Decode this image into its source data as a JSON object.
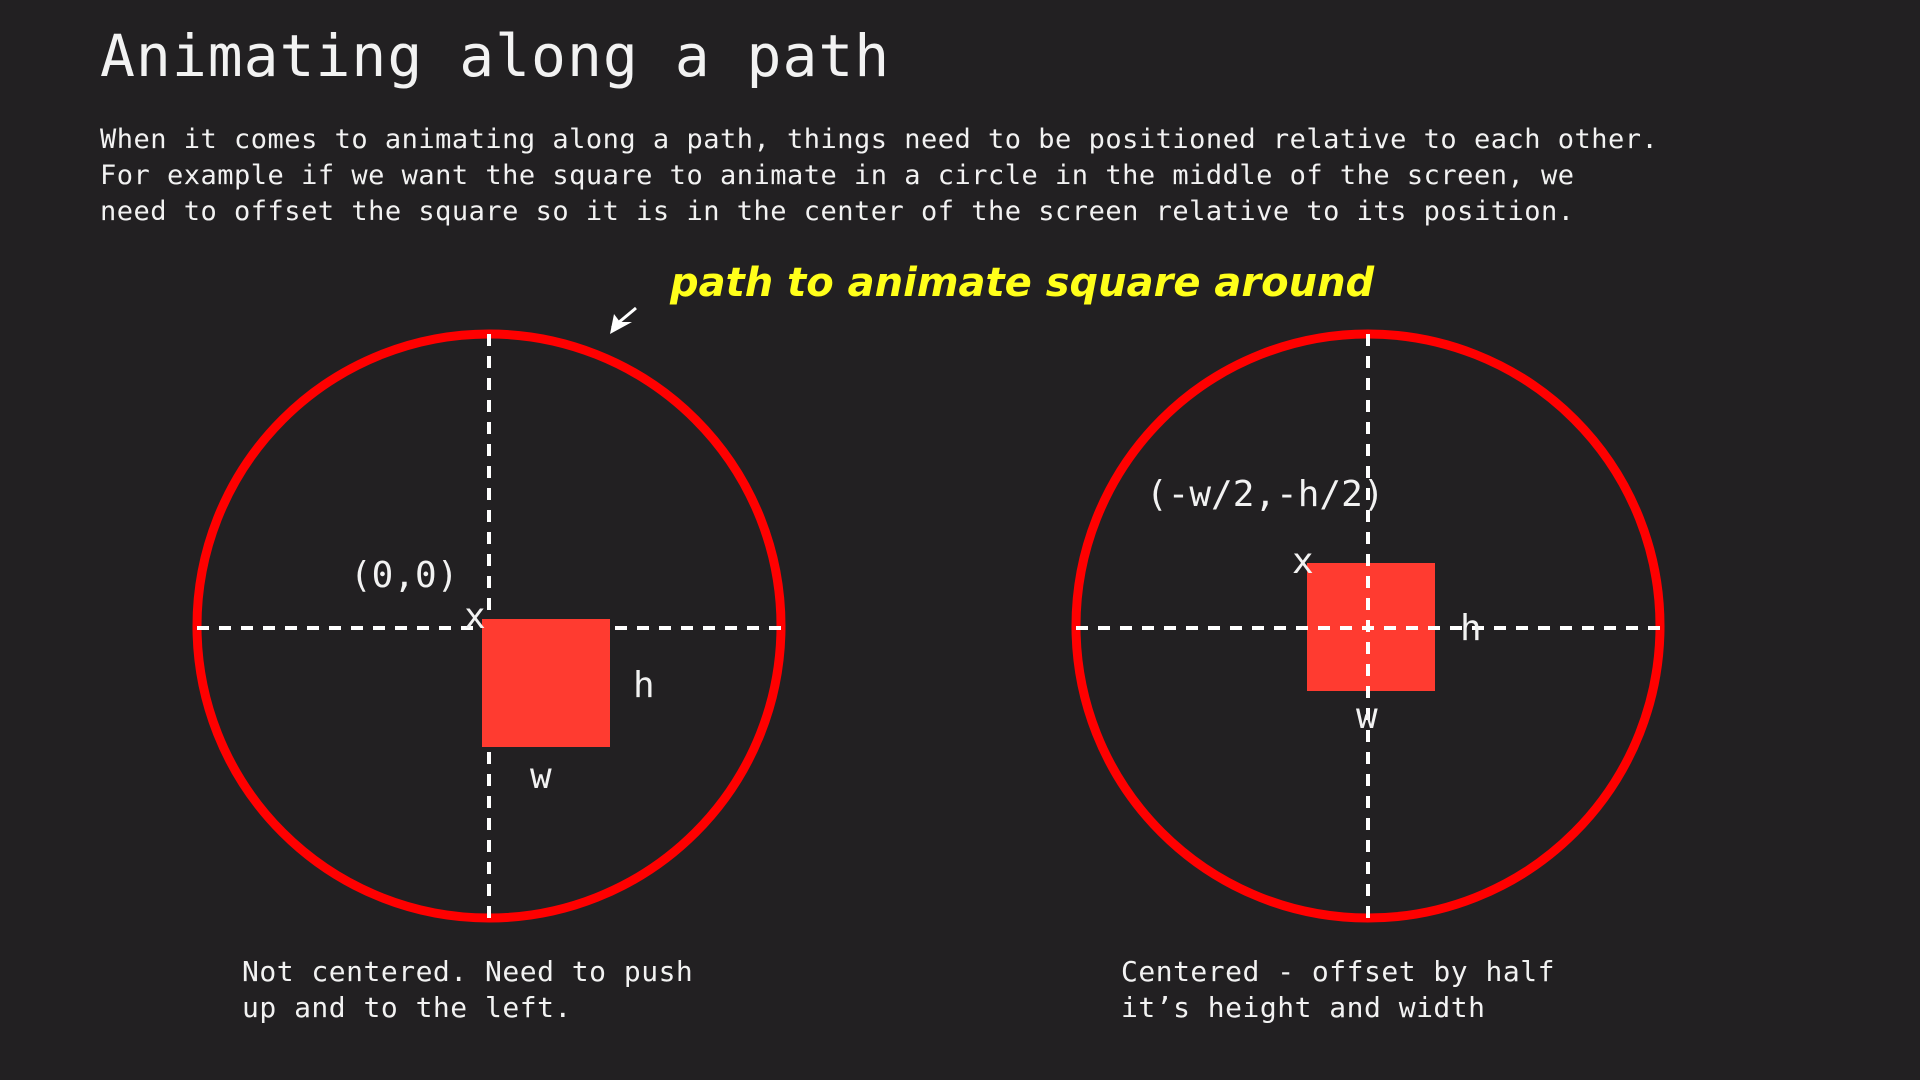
{
  "slide": {
    "title": "Animating along a path",
    "intro_lines": [
      "When it comes to animating along a path, things need to be positioned relative to each other.",
      "For example if we want the square to animate in a circle in the middle of the screen, we",
      "need to offset the square so it is in the center of the screen relative to its position."
    ]
  },
  "annotation": {
    "text": "path to animate square around",
    "color": "#ffff1a"
  },
  "left_diagram": {
    "origin_label": "(0,0)",
    "origin_marker": "x",
    "width_label": "w",
    "height_label": "h",
    "caption_lines": [
      "Not centered. Need to push",
      "up and to the left."
    ]
  },
  "right_diagram": {
    "origin_label": "(-w/2,-h/2)",
    "origin_marker": "x",
    "width_label": "w",
    "height_label": "h",
    "caption_lines": [
      "Centered - offset by half",
      "it’s height and width"
    ]
  },
  "colors": {
    "background": "#222022",
    "circle": "#ff0000",
    "square": "#ff3b30",
    "guide": "#ffffff",
    "text": "#f2f2f2"
  }
}
